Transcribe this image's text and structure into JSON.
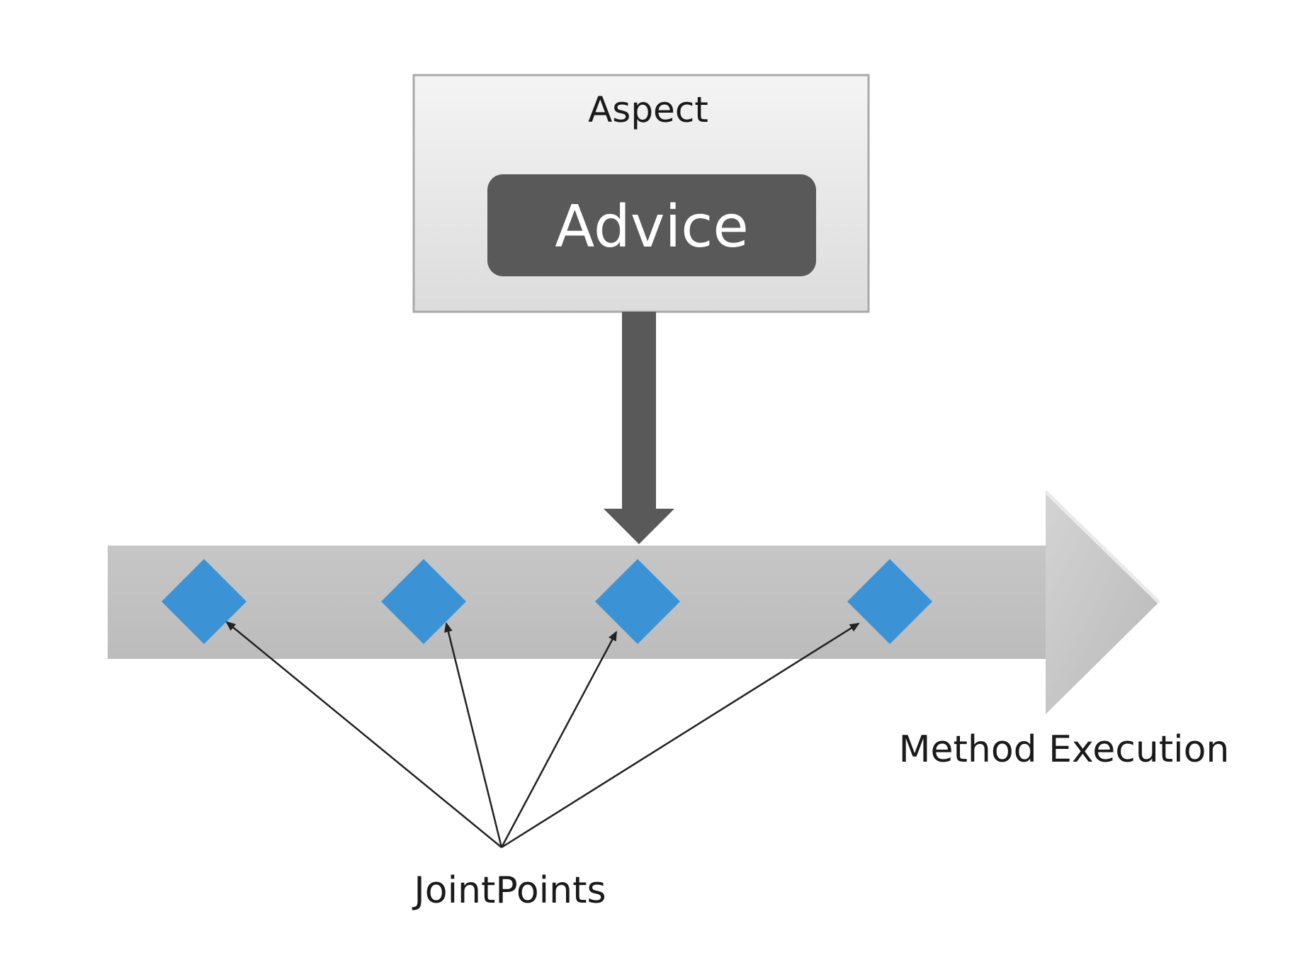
{
  "aspect": {
    "label": "Aspect"
  },
  "advice": {
    "label": "Advice"
  },
  "execution": {
    "label": "Method Execution"
  },
  "jointpoints": {
    "label": "JointPoints",
    "count": 4
  },
  "colors": {
    "aspect_fill_top": "#f4f4f4",
    "aspect_fill_bottom": "#dedede",
    "aspect_border": "#a9a9a9",
    "advice_fill": "#595959",
    "advice_text": "#ffffff",
    "arrow_down": "#595959",
    "execution_arrow": "#c0c0c0",
    "jointpoint": "#3b93d6",
    "pointer_line": "#222222"
  }
}
